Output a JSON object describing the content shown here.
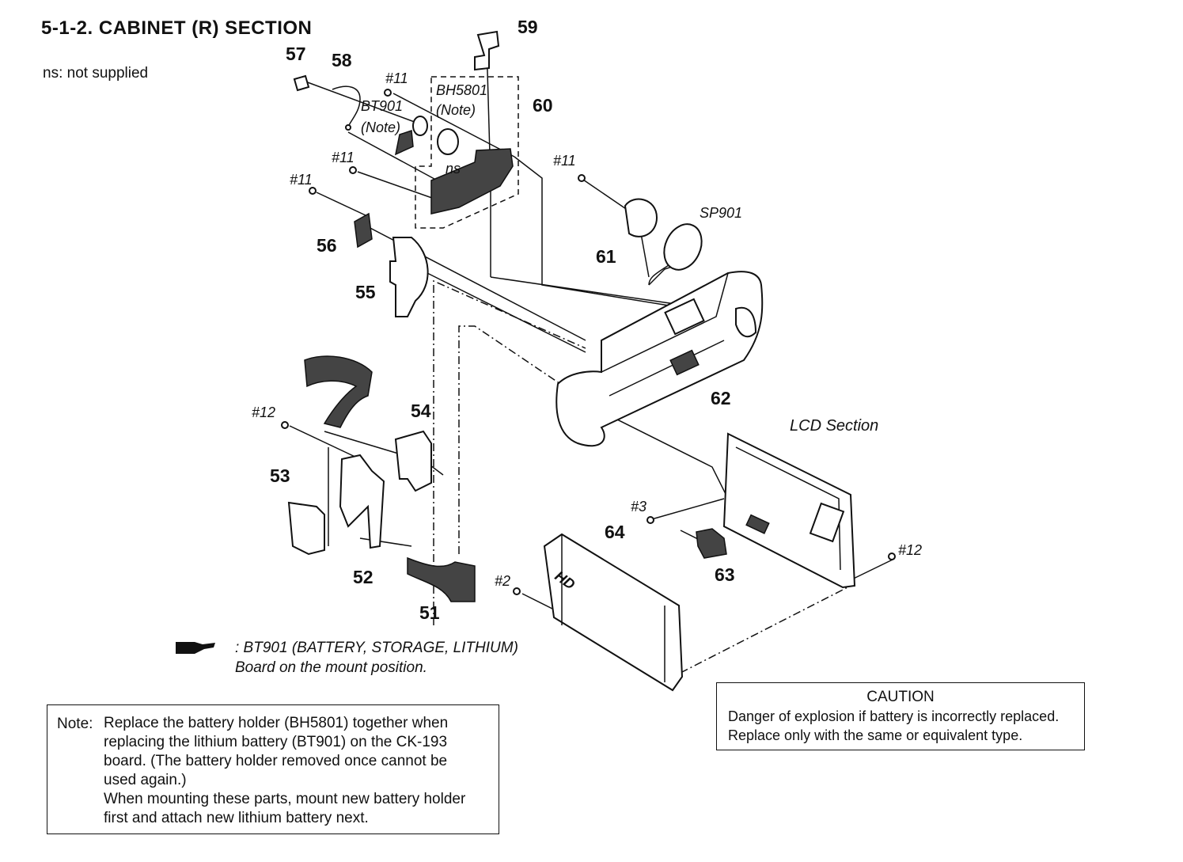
{
  "header": {
    "title": "5-1-2.  CABINET (R)  SECTION",
    "ns_note": "ns: not supplied"
  },
  "labels": {
    "p51": "51",
    "p52": "52",
    "p53": "53",
    "p54": "54",
    "p55": "55",
    "p56": "56",
    "p57": "57",
    "p58": "58",
    "p59": "59",
    "p60": "60",
    "p61": "61",
    "p62": "62",
    "p63": "63",
    "p64": "64",
    "s11a": "#11",
    "s11b": "#11",
    "s11c": "#11",
    "s11d": "#11",
    "s12a": "#12",
    "s12b": "#12",
    "s3": "#3",
    "s2": "#2",
    "bt901": "BT901",
    "bt901_note": "(Note)",
    "bh5801": "BH5801",
    "bh5801_note": "(Note)",
    "ns": "ns",
    "sp901": "SP901",
    "lcd": "LCD Section",
    "hd": "HD"
  },
  "legend": {
    "icon": "pointing-hand-icon",
    "line1": ": BT901 (BATTERY, STORAGE, LITHIUM)",
    "line2": "Board on the mount position."
  },
  "note": {
    "label": "Note:",
    "line1": "Replace the battery holder (BH5801) together when",
    "line2": "replacing the lithium battery (BT901) on the CK-193",
    "line3": "board. (The battery holder removed once cannot be",
    "line4": "used again.)",
    "line5": "When mounting these parts, mount new battery holder",
    "line6": "first and attach new lithium battery next."
  },
  "caution": {
    "title": "CAUTION",
    "line1": "Danger of explosion if battery is incorrectly replaced.",
    "line2": "Replace only with the same or equivalent type."
  }
}
